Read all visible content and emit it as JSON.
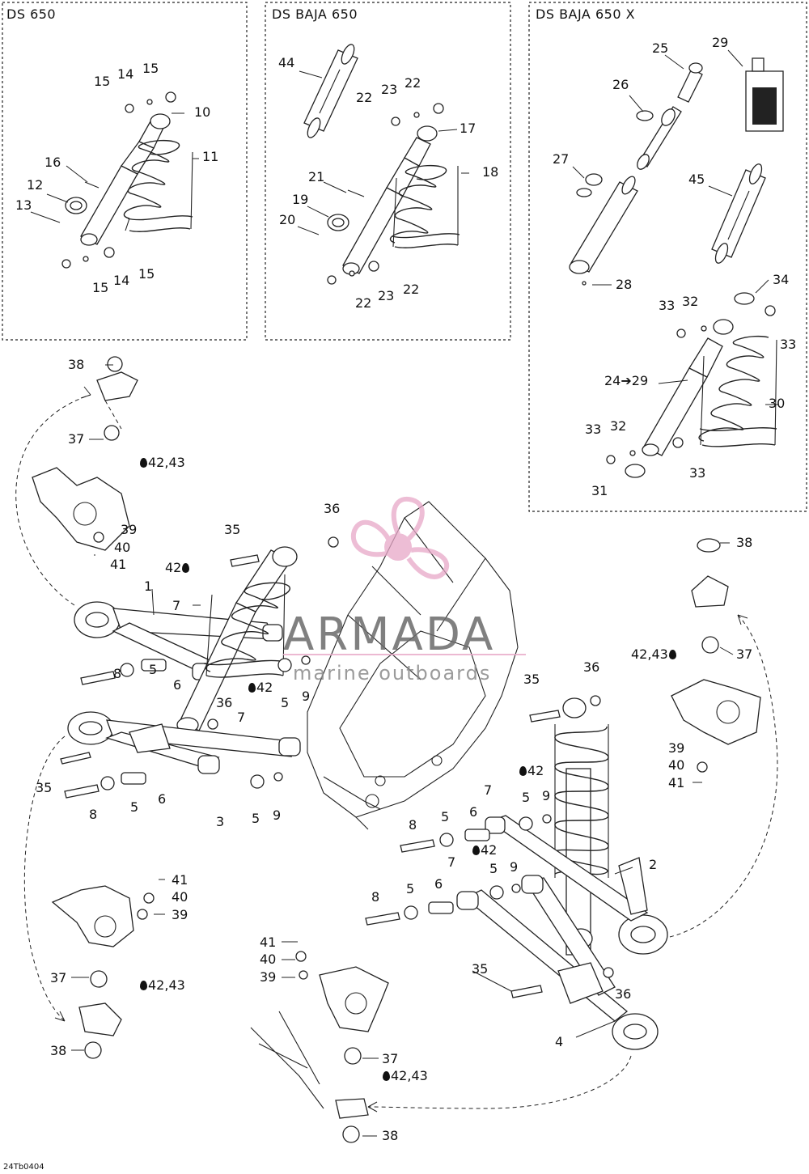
{
  "panels": [
    {
      "title": "DS 650"
    },
    {
      "title": "DS BAJA 650"
    },
    {
      "title": "DS BAJA 650 X"
    }
  ],
  "callouts": [
    {
      "id": "c1",
      "text": "15"
    },
    {
      "id": "c2",
      "text": "14"
    },
    {
      "id": "c3",
      "text": "15"
    },
    {
      "id": "c4",
      "text": "10"
    },
    {
      "id": "c5",
      "text": "16"
    },
    {
      "id": "c6",
      "text": "11"
    },
    {
      "id": "c7",
      "text": "12"
    },
    {
      "id": "c8",
      "text": "13"
    },
    {
      "id": "c9",
      "text": "15"
    },
    {
      "id": "c10",
      "text": "14"
    },
    {
      "id": "c11",
      "text": "15"
    },
    {
      "id": "c12",
      "text": "44"
    },
    {
      "id": "c13",
      "text": "22"
    },
    {
      "id": "c14",
      "text": "23"
    },
    {
      "id": "c15",
      "text": "22"
    },
    {
      "id": "c16",
      "text": "17"
    },
    {
      "id": "c17",
      "text": "21"
    },
    {
      "id": "c18",
      "text": "18"
    },
    {
      "id": "c19",
      "text": "19"
    },
    {
      "id": "c20",
      "text": "20"
    },
    {
      "id": "c21",
      "text": "22"
    },
    {
      "id": "c22",
      "text": "23"
    },
    {
      "id": "c23",
      "text": "22"
    },
    {
      "id": "c24",
      "text": "25"
    },
    {
      "id": "c25",
      "text": "29"
    },
    {
      "id": "c26",
      "text": "26"
    },
    {
      "id": "c27",
      "text": "27"
    },
    {
      "id": "c28",
      "text": "45"
    },
    {
      "id": "c29",
      "text": "28"
    },
    {
      "id": "c30",
      "text": "34"
    },
    {
      "id": "c31",
      "text": "33"
    },
    {
      "id": "c32",
      "text": "32"
    },
    {
      "id": "c33",
      "text": "33"
    },
    {
      "id": "c34",
      "text": "24➔29"
    },
    {
      "id": "c35",
      "text": "30"
    },
    {
      "id": "c36",
      "text": "33"
    },
    {
      "id": "c37",
      "text": "32"
    },
    {
      "id": "c38",
      "text": "33"
    },
    {
      "id": "c39",
      "text": "31"
    },
    {
      "id": "c40",
      "text": "38"
    },
    {
      "id": "c41",
      "text": "37"
    },
    {
      "id": "c42",
      "text": "42,43"
    },
    {
      "id": "c43",
      "text": "39"
    },
    {
      "id": "c44",
      "text": "40"
    },
    {
      "id": "c45",
      "text": "41"
    },
    {
      "id": "c46",
      "text": "35"
    },
    {
      "id": "c47",
      "text": "36"
    },
    {
      "id": "c48",
      "text": "42"
    },
    {
      "id": "c49",
      "text": "1"
    },
    {
      "id": "c50",
      "text": "7"
    },
    {
      "id": "c51",
      "text": "8"
    },
    {
      "id": "c52",
      "text": "5"
    },
    {
      "id": "c53",
      "text": "6"
    },
    {
      "id": "c54",
      "text": "42"
    },
    {
      "id": "c55",
      "text": "5"
    },
    {
      "id": "c56",
      "text": "9"
    },
    {
      "id": "c57",
      "text": "36"
    },
    {
      "id": "c58",
      "text": "7"
    },
    {
      "id": "c59",
      "text": "35"
    },
    {
      "id": "c60",
      "text": "8"
    },
    {
      "id": "c61",
      "text": "5"
    },
    {
      "id": "c62",
      "text": "6"
    },
    {
      "id": "c63",
      "text": "3"
    },
    {
      "id": "c64",
      "text": "5"
    },
    {
      "id": "c65",
      "text": "9"
    },
    {
      "id": "c66",
      "text": "38"
    },
    {
      "id": "c67",
      "text": "42,43"
    },
    {
      "id": "c68",
      "text": "37"
    },
    {
      "id": "c69",
      "text": "39"
    },
    {
      "id": "c70",
      "text": "40"
    },
    {
      "id": "c71",
      "text": "41"
    },
    {
      "id": "c72",
      "text": "35"
    },
    {
      "id": "c73",
      "text": "36"
    },
    {
      "id": "c74",
      "text": "42"
    },
    {
      "id": "c75",
      "text": "7"
    },
    {
      "id": "c76",
      "text": "6"
    },
    {
      "id": "c77",
      "text": "5"
    },
    {
      "id": "c78",
      "text": "9"
    },
    {
      "id": "c79",
      "text": "8"
    },
    {
      "id": "c80",
      "text": "5"
    },
    {
      "id": "c81",
      "text": "42"
    },
    {
      "id": "c82",
      "text": "7"
    },
    {
      "id": "c83",
      "text": "5"
    },
    {
      "id": "c84",
      "text": "9"
    },
    {
      "id": "c85",
      "text": "8"
    },
    {
      "id": "c86",
      "text": "5"
    },
    {
      "id": "c87",
      "text": "6"
    },
    {
      "id": "c88",
      "text": "2"
    },
    {
      "id": "c89",
      "text": "35"
    },
    {
      "id": "c90",
      "text": "36"
    },
    {
      "id": "c91",
      "text": "4"
    },
    {
      "id": "c92",
      "text": "41"
    },
    {
      "id": "c93",
      "text": "40"
    },
    {
      "id": "c94",
      "text": "39"
    },
    {
      "id": "c95",
      "text": "37"
    },
    {
      "id": "c96",
      "text": "42,43"
    },
    {
      "id": "c97",
      "text": "38"
    },
    {
      "id": "c98",
      "text": "41"
    },
    {
      "id": "c99",
      "text": "40"
    },
    {
      "id": "c100",
      "text": "39"
    },
    {
      "id": "c101",
      "text": "37"
    },
    {
      "id": "c102",
      "text": "42,43"
    },
    {
      "id": "c103",
      "text": "38"
    }
  ],
  "watermark": {
    "brand": "ARMADA",
    "tagline": "marine outboards",
    "brand_color": "#e8a8c8"
  },
  "drawing_code": "24Tb0404"
}
